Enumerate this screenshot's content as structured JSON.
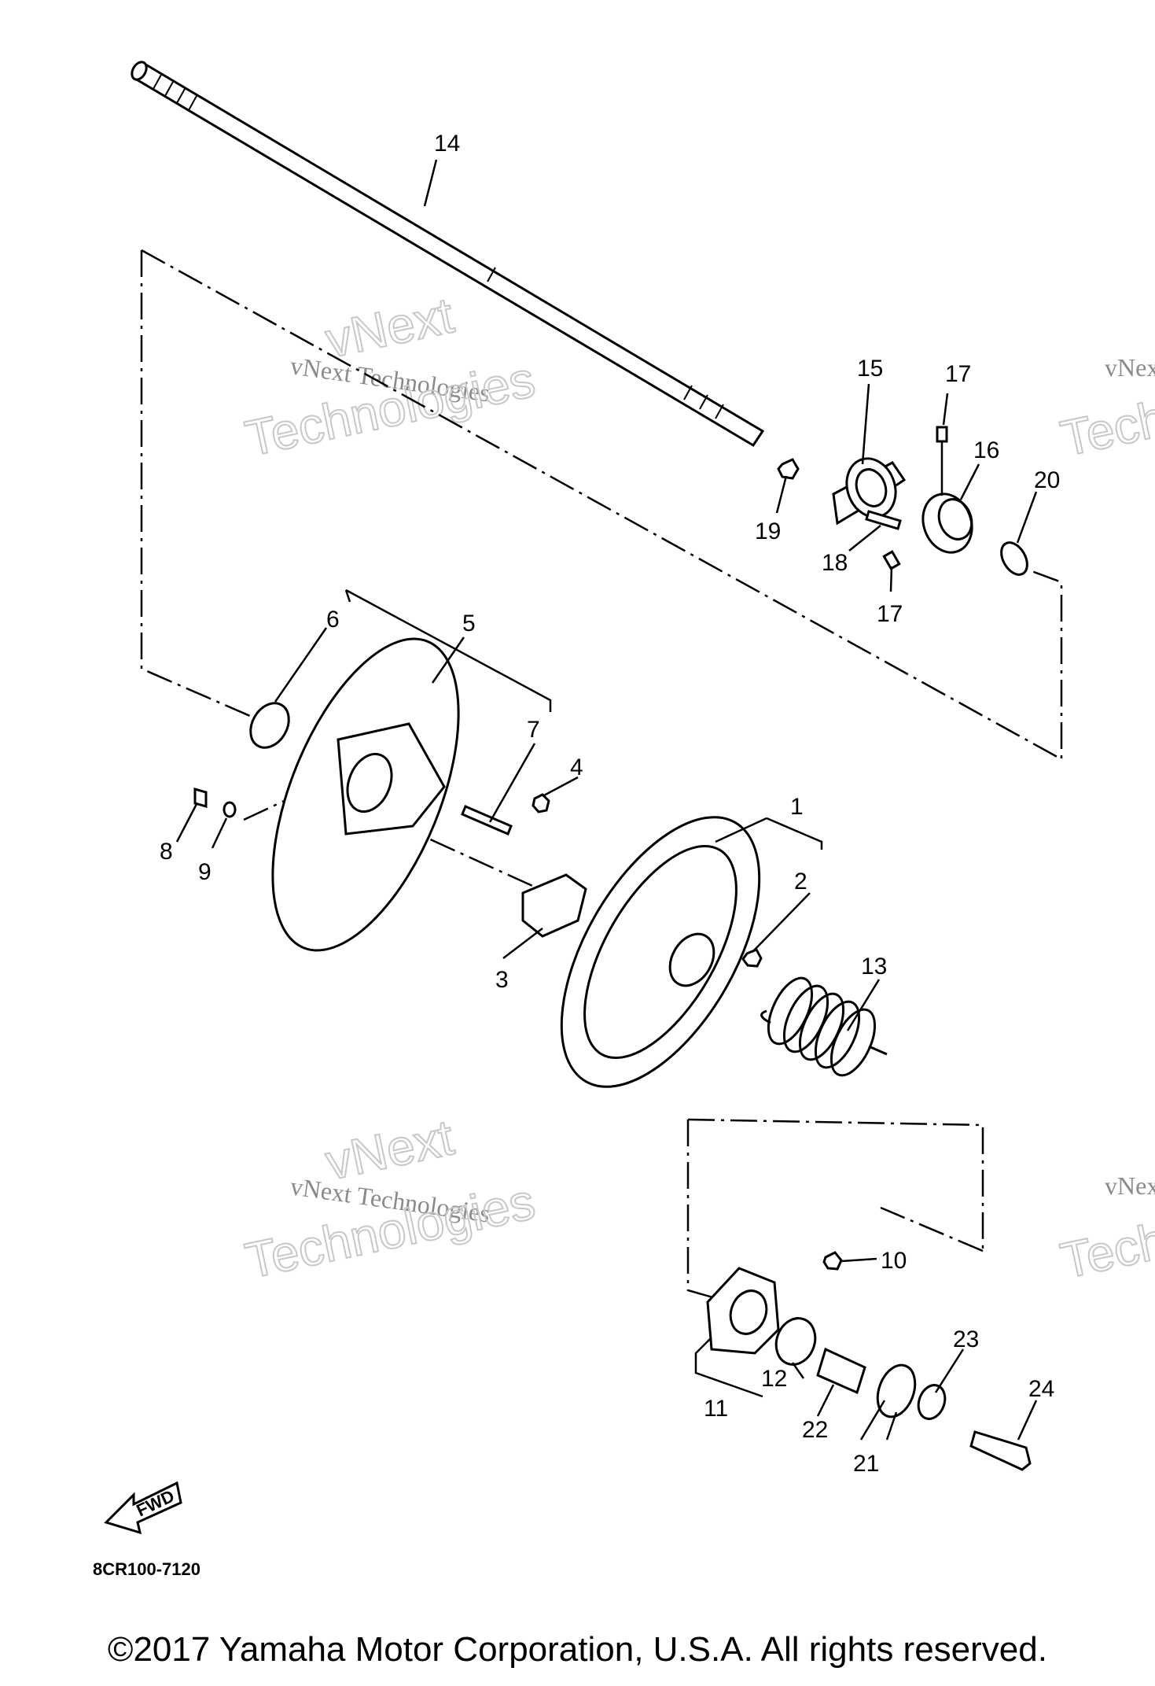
{
  "diagram": {
    "callouts": [
      "1",
      "2",
      "3",
      "4",
      "5",
      "6",
      "7",
      "8",
      "9",
      "10",
      "11",
      "12",
      "13",
      "14",
      "15",
      "16",
      "17",
      "17",
      "18",
      "19",
      "20",
      "21",
      "22",
      "23",
      "24"
    ],
    "fwd_label": "FWD",
    "diagram_code": "8CR100-7120",
    "watermark": {
      "line1": "vNext Technologies",
      "line2": "vNext",
      "line3": "Technologies"
    }
  },
  "footer": {
    "copyright": "©2017 Yamaha Motor Corporation, U.S.A. All rights reserved."
  }
}
